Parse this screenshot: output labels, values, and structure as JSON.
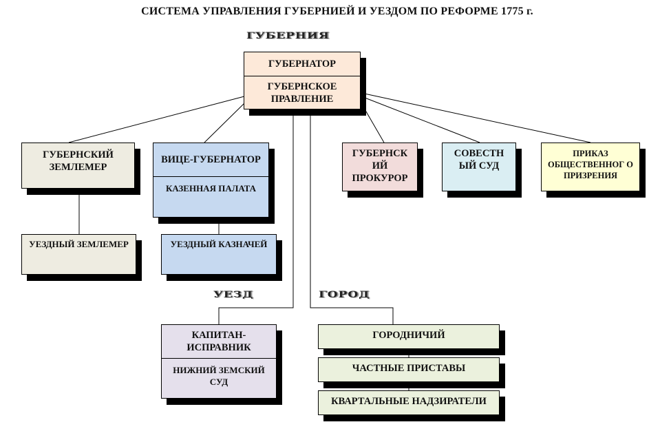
{
  "title": "СИСТЕМА УПРАВЛЕНИЯ ГУБЕРНИЕЙ И УЕЗДОМ ПО РЕФОРМЕ 1775  г.",
  "regions": {
    "guberniya": "ГУБЕРНИЯ",
    "uezd": "УЕЗД",
    "gorod": "ГОРОД"
  },
  "colors": {
    "governor": "#fde9d9",
    "surveyor": "#eeece1",
    "vice": "#c6d9f0",
    "prosecutor": "#f2dcdb",
    "conscience_court": "#daeef3",
    "charity": "#ffffd5",
    "uezd": "#e5e0ec",
    "gorod": "#ebf1dd"
  },
  "nodes": {
    "governor": "ГУБЕРНАТОР",
    "provincial_board": "ГУБЕРНСКОЕ ПРАВЛЕНИЕ",
    "provincial_surveyor": "ГУБЕРНСКИЙ ЗЕМЛЕМЕР",
    "vice_governor": "ВИЦЕ-ГУБЕРНАТОР",
    "treasury_chamber": "КАЗЕННАЯ ПАЛАТА",
    "provincial_prosecutor": "ГУБЕРНСК ИЙ ПРОКУРОР",
    "conscience_court": "СОВЕСТН ЫЙ СУД",
    "public_charity": "ПРИКАЗ ОБЩЕСТВЕННОГ О ПРИЗРЕНИЯ",
    "district_surveyor": "УЕЗДНЫЙ ЗЕМЛЕМЕР",
    "district_treasurer": "УЕЗДНЫЙ КАЗНАЧЕЙ",
    "captain_ispravnik": "КАПИТАН-ИСПРАВНИК",
    "lower_zemsky_court": "НИЖНИЙ ЗЕМСКИЙ СУД",
    "gorodnichy": "ГОРОДНИЧИЙ",
    "private_bailiffs": "ЧАСТНЫЕ ПРИСТАВЫ",
    "quarter_overseers": "КВАРТАЛЬНЫЕ НАДЗИРАТЕЛИ"
  }
}
